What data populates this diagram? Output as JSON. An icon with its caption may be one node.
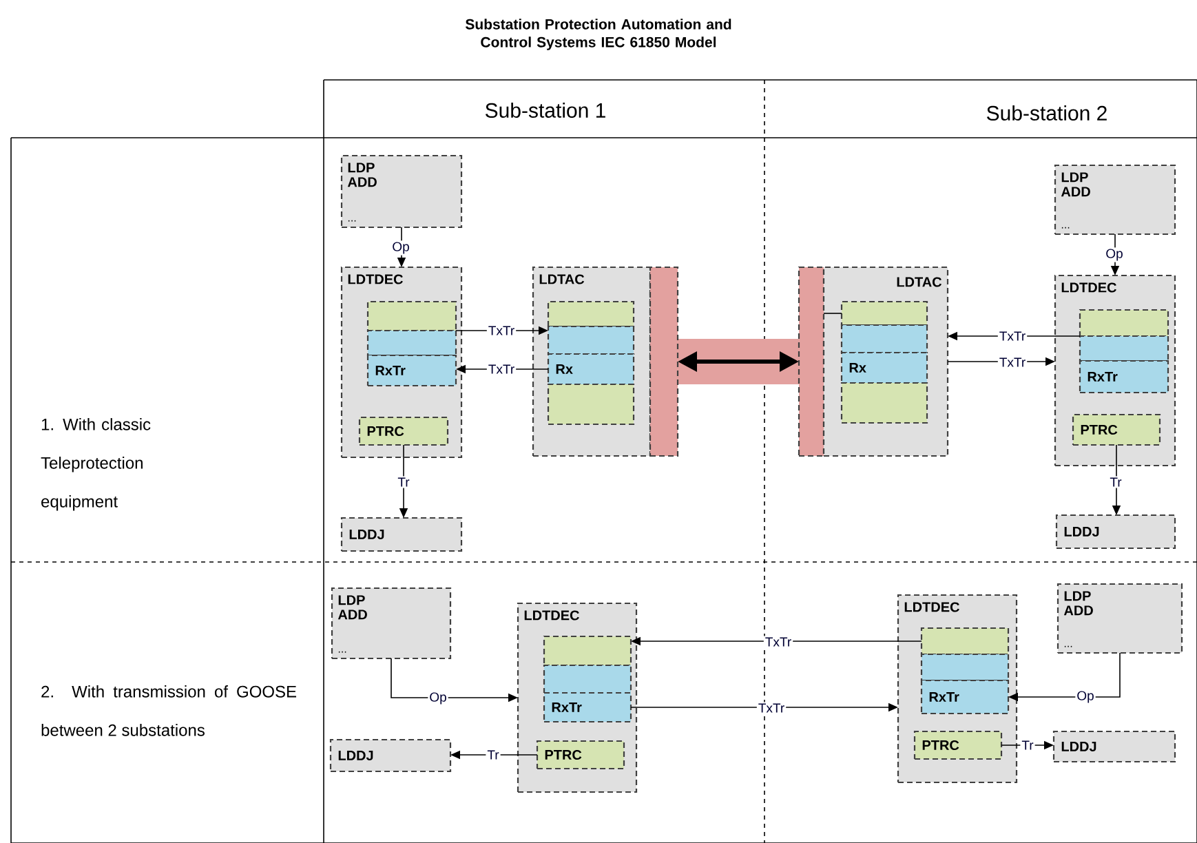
{
  "diagram": {
    "title": "Substation Protection Automation and Control Systems IEC 61850 Model",
    "nodes": [
      {
        "text": [
          "LDP ADD",
          "..."
        ]
      },
      {
        "text": [
          "LDTDEC"
        ]
      },
      {
        "text": [],
        "shape": "box",
        "in": 1
      },
      {
        "text": [],
        "shape": "box",
        "in": 1
      },
      {
        "text": [
          "RxTr"
        ],
        "in": 1
      },
      {
        "text": [
          "PTRC"
        ],
        "in": 1
      },
      {
        "text": [
          "LDDJ"
        ]
      },
      {
        "text": [
          "LDTAC"
        ]
      },
      {
        "text": [],
        "shape": "box",
        "in": 7
      },
      {
        "text": [],
        "shape": "box",
        "in": 7
      },
      {
        "text": [
          "Rx"
        ],
        "in": 7
      },
      {
        "text": [],
        "shape": "box",
        "in": 7
      },
      {
        "text": [],
        "shape": "bar"
      },
      {
        "text": [],
        "shape": "bar"
      },
      {
        "text": [
          "LDP ADD",
          "..."
        ]
      },
      {
        "text": [
          "LDTDEC"
        ]
      },
      {
        "text": [],
        "shape": "box",
        "in": 15
      },
      {
        "text": [],
        "shape": "box",
        "in": 15
      },
      {
        "text": [
          "RxTr"
        ],
        "in": 15
      },
      {
        "text": [
          "PTRC"
        ],
        "in": 15
      },
      {
        "text": [
          "LDDJ"
        ]
      },
      {
        "text": [
          "LDTAC"
        ]
      },
      {
        "text": [],
        "shape": "box",
        "in": 21
      },
      {
        "text": [],
        "shape": "box",
        "in": 21
      },
      {
        "text": [
          "Rx"
        ],
        "in": 21
      },
      {
        "text": [],
        "shape": "box",
        "in": 21
      },
      {
        "text": [
          "LDP ADD",
          "..."
        ]
      },
      {
        "text": [
          "LDTDEC"
        ]
      },
      {
        "text": [],
        "shape": "box",
        "in": 27
      },
      {
        "text": [],
        "shape": "box",
        "in": 27
      },
      {
        "text": [
          "RxTr"
        ],
        "in": 27
      },
      {
        "text": [
          "PTRC"
        ],
        "in": 27
      },
      {
        "text": [
          "LDDJ"
        ]
      },
      {
        "text": [
          "LDTDEC"
        ]
      },
      {
        "text": [],
        "shape": "box",
        "in": 33
      },
      {
        "text": [],
        "shape": "box",
        "in": 33
      },
      {
        "text": [
          "RxTr"
        ],
        "in": 33
      },
      {
        "text": [
          "PTRC"
        ],
        "in": 33
      },
      {
        "text": [
          "LDP ADD",
          "..."
        ]
      },
      {
        "text": [
          "LDDJ"
        ]
      }
    ],
    "edges": [
      {
        "from": 0,
        "to": 1,
        "arrow": "to",
        "label": "Op"
      },
      {
        "from": 3,
        "to": 9,
        "arrow": "to",
        "label": "TxTr"
      },
      {
        "from": 10,
        "to": 4,
        "arrow": "to",
        "label": "TxTr"
      },
      {
        "from": 5,
        "to": 6,
        "arrow": "to",
        "label": "Tr"
      },
      {
        "from": 12,
        "to": 13,
        "arrow": "both",
        "style": "thick"
      },
      {
        "from": 13,
        "to": 22,
        "arrow": "none"
      },
      {
        "from": 14,
        "to": 15,
        "arrow": "to",
        "label": "Op"
      },
      {
        "from": 17,
        "to": 21,
        "arrow": "to",
        "label": "TxTr"
      },
      {
        "from": 21,
        "to": 15,
        "arrow": "to",
        "label": "TxTr"
      },
      {
        "from": 19,
        "to": 20,
        "arrow": "to",
        "label": "Tr"
      },
      {
        "from": 26,
        "to": 27,
        "arrow": "to",
        "label": "Op"
      },
      {
        "from": 34,
        "to": 28,
        "arrow": "to",
        "label": "TxTr"
      },
      {
        "from": 30,
        "to": 33,
        "arrow": "to",
        "label": "TxTr"
      },
      {
        "from": 31,
        "to": 32,
        "arrow": "to",
        "label": "Tr"
      },
      {
        "from": 38,
        "to": 36,
        "arrow": "to",
        "label": "Op"
      },
      {
        "from": 37,
        "to": 39,
        "arrow": "to",
        "label": "Tr"
      }
    ],
    "labels": [
      "Sub-station 1",
      "Sub-station 2",
      "1. With classic Teleprotection equipment",
      "2. With transmission of GOOSE between 2 substations"
    ]
  }
}
